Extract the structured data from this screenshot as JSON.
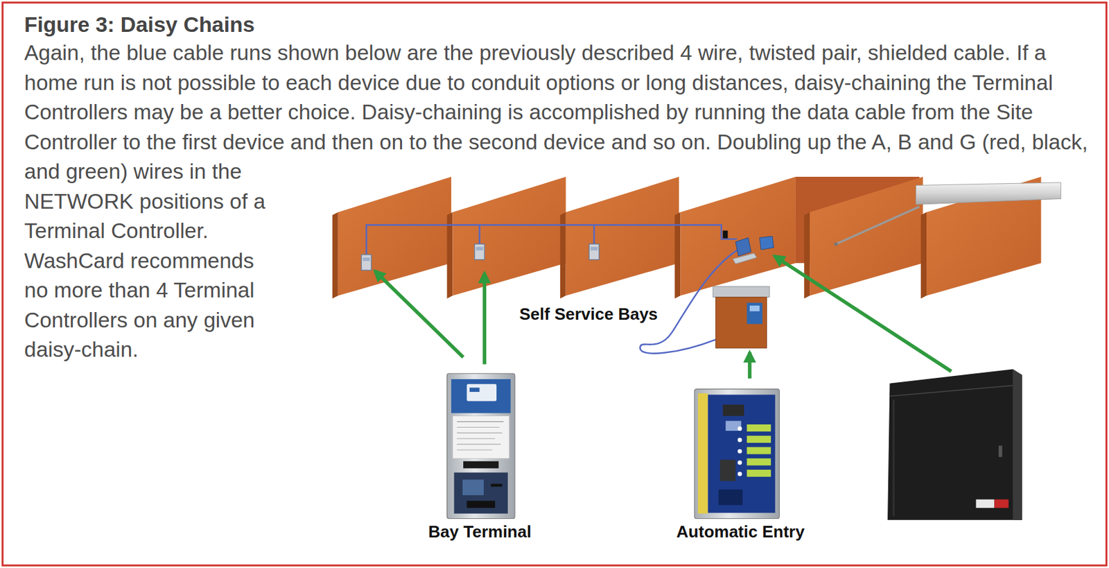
{
  "diagram": {
    "title": "Figure 3: Daisy Chains",
    "caption": "Again, the blue cable runs shown below are the previously described 4 wire, twisted pair, shielded cable. If a home run is not possible to each device due to conduit options or long distances, daisy-chaining the Terminal Controllers may be a better choice. Daisy-chaining is accomplished by running the data cable from the Site Controller to the first device and then on to the second device and so on. Doubling up the A, B and G (red, black, and green) wires in the NETWORK positions of a Terminal Controller. WashCard recommends no more than 4 Terminal Controllers on any given daisy-chain.",
    "nodes": [
      {
        "text": [
          "Bay Terminal"
        ]
      },
      {
        "text": [
          "Automatic Entry"
        ]
      }
    ],
    "labels": [
      "Self Service Bays"
    ]
  }
}
